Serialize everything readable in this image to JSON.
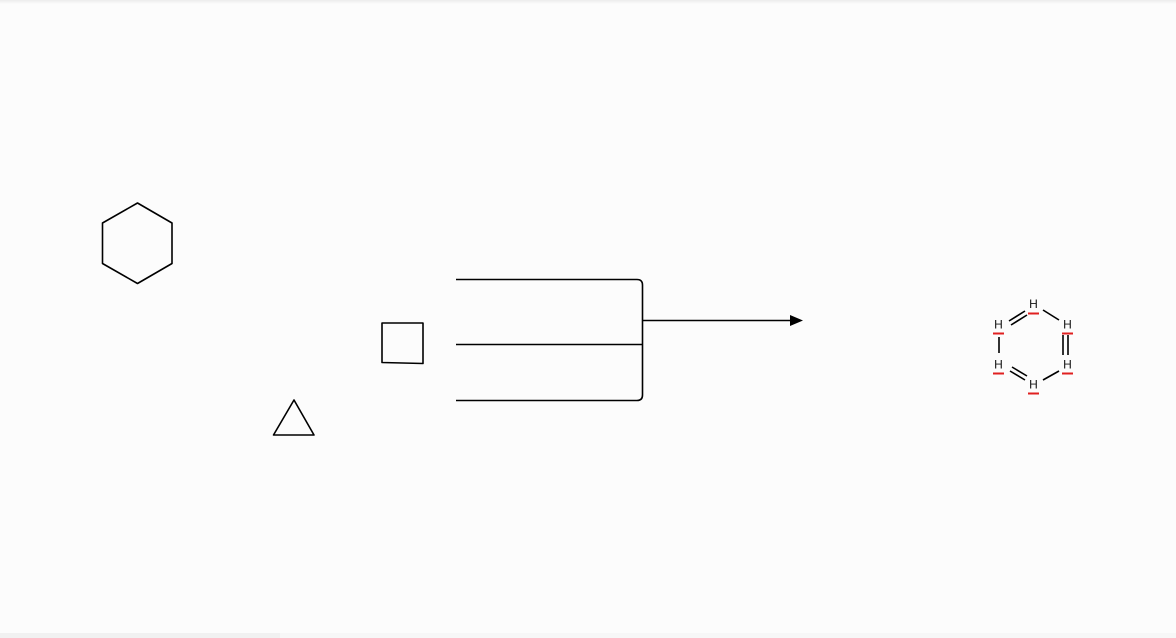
{
  "canvas": {
    "background": "#fcfcfc",
    "stroke_color": "#000000",
    "highlight_color": "#e02020"
  },
  "shapes": {
    "hexagon_icon": "hexagon-shape",
    "triangle_icon": "triangle-shape",
    "square_icon": "square-shape",
    "bracket_icon": "reaction-bracket",
    "arrow_icon": "reaction-arrow"
  },
  "molecule": {
    "name_icon": "benzene-ring",
    "atoms": [
      "H",
      "H",
      "H",
      "H",
      "H",
      "H"
    ]
  }
}
